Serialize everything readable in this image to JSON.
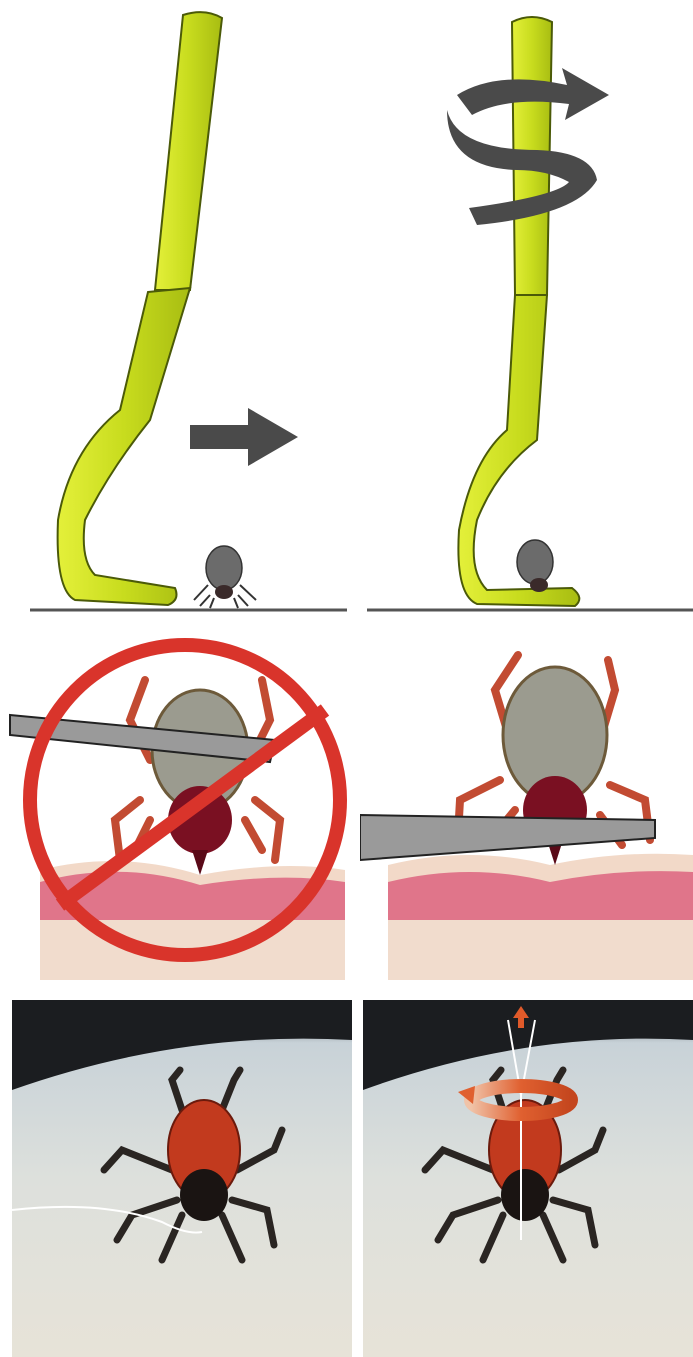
{
  "colors": {
    "hook_green": "#c8dc1e",
    "hook_green_dark": "#9fb314",
    "arrow_gray": "#4a4a4a",
    "prohibition_red": "#d9342b",
    "tick_body_red": "#c23a1e",
    "skin_pink": "#e0758a",
    "skin_light": "#f2d9c8"
  },
  "icons": {
    "slide_arrow": "right-arrow-icon",
    "twist_arrow": "rotate-arrow-icon",
    "prohibition": "prohibition-icon",
    "pull_up_arrow": "up-arrow-icon",
    "twist_ring": "rotate-ring-icon"
  },
  "panels": [
    {
      "id": "hook-slide",
      "icon": "right-arrow-icon"
    },
    {
      "id": "hook-twist",
      "icon": "rotate-arrow-icon"
    },
    {
      "id": "tweezers-wrong",
      "icon": "prohibition-icon"
    },
    {
      "id": "tweezers-right",
      "icon": ""
    },
    {
      "id": "thread-loop",
      "icon": ""
    },
    {
      "id": "thread-twist-pull",
      "icon": "rotate-ring-icon"
    }
  ]
}
